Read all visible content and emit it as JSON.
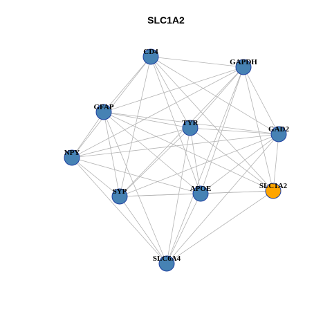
{
  "title": "SLC1A2",
  "colors": {
    "node_default": "#4682b4",
    "node_highlight": "#ffa500",
    "node_border": "#1f3fa0",
    "edge": "#b3b3b3"
  },
  "nodes": [
    {
      "id": "CD4",
      "label": "CD4",
      "highlight": false
    },
    {
      "id": "GAPDH",
      "label": "GAPDH",
      "highlight": false
    },
    {
      "id": "GFAP",
      "label": "GFAP",
      "highlight": false
    },
    {
      "id": "TYR",
      "label": "TYR",
      "highlight": false
    },
    {
      "id": "GAD2",
      "label": "GAD2",
      "highlight": false
    },
    {
      "id": "NPY",
      "label": "NPY",
      "highlight": false
    },
    {
      "id": "SYP",
      "label": "SYP",
      "highlight": false
    },
    {
      "id": "APOE",
      "label": "APOE",
      "highlight": false
    },
    {
      "id": "SLC1A2",
      "label": "SLC1A2",
      "highlight": true
    },
    {
      "id": "SLC6A4",
      "label": "SLC6A4",
      "highlight": false
    }
  ],
  "edges": [
    [
      "CD4",
      "GAPDH"
    ],
    [
      "CD4",
      "GFAP"
    ],
    [
      "CD4",
      "TYR"
    ],
    [
      "CD4",
      "GAD2"
    ],
    [
      "CD4",
      "NPY"
    ],
    [
      "CD4",
      "SYP"
    ],
    [
      "CD4",
      "APOE"
    ],
    [
      "CD4",
      "SLC1A2"
    ],
    [
      "GAPDH",
      "GFAP"
    ],
    [
      "GAPDH",
      "TYR"
    ],
    [
      "GAPDH",
      "GAD2"
    ],
    [
      "GAPDH",
      "NPY"
    ],
    [
      "GAPDH",
      "SYP"
    ],
    [
      "GAPDH",
      "APOE"
    ],
    [
      "GAPDH",
      "SLC1A2"
    ],
    [
      "GAPDH",
      "SLC6A4"
    ],
    [
      "GFAP",
      "TYR"
    ],
    [
      "GFAP",
      "GAD2"
    ],
    [
      "GFAP",
      "NPY"
    ],
    [
      "GFAP",
      "SYP"
    ],
    [
      "GFAP",
      "APOE"
    ],
    [
      "GFAP",
      "SLC1A2"
    ],
    [
      "GFAP",
      "SLC6A4"
    ],
    [
      "TYR",
      "GAD2"
    ],
    [
      "TYR",
      "NPY"
    ],
    [
      "TYR",
      "SYP"
    ],
    [
      "TYR",
      "APOE"
    ],
    [
      "TYR",
      "SLC1A2"
    ],
    [
      "TYR",
      "SLC6A4"
    ],
    [
      "GAD2",
      "NPY"
    ],
    [
      "GAD2",
      "SYP"
    ],
    [
      "GAD2",
      "APOE"
    ],
    [
      "GAD2",
      "SLC1A2"
    ],
    [
      "GAD2",
      "SLC6A4"
    ],
    [
      "NPY",
      "SYP"
    ],
    [
      "NPY",
      "APOE"
    ],
    [
      "NPY",
      "SLC6A4"
    ],
    [
      "SYP",
      "APOE"
    ],
    [
      "SYP",
      "SLC1A2"
    ],
    [
      "SYP",
      "SLC6A4"
    ],
    [
      "APOE",
      "SLC1A2"
    ],
    [
      "APOE",
      "SLC6A4"
    ],
    [
      "SLC1A2",
      "SLC6A4"
    ]
  ]
}
